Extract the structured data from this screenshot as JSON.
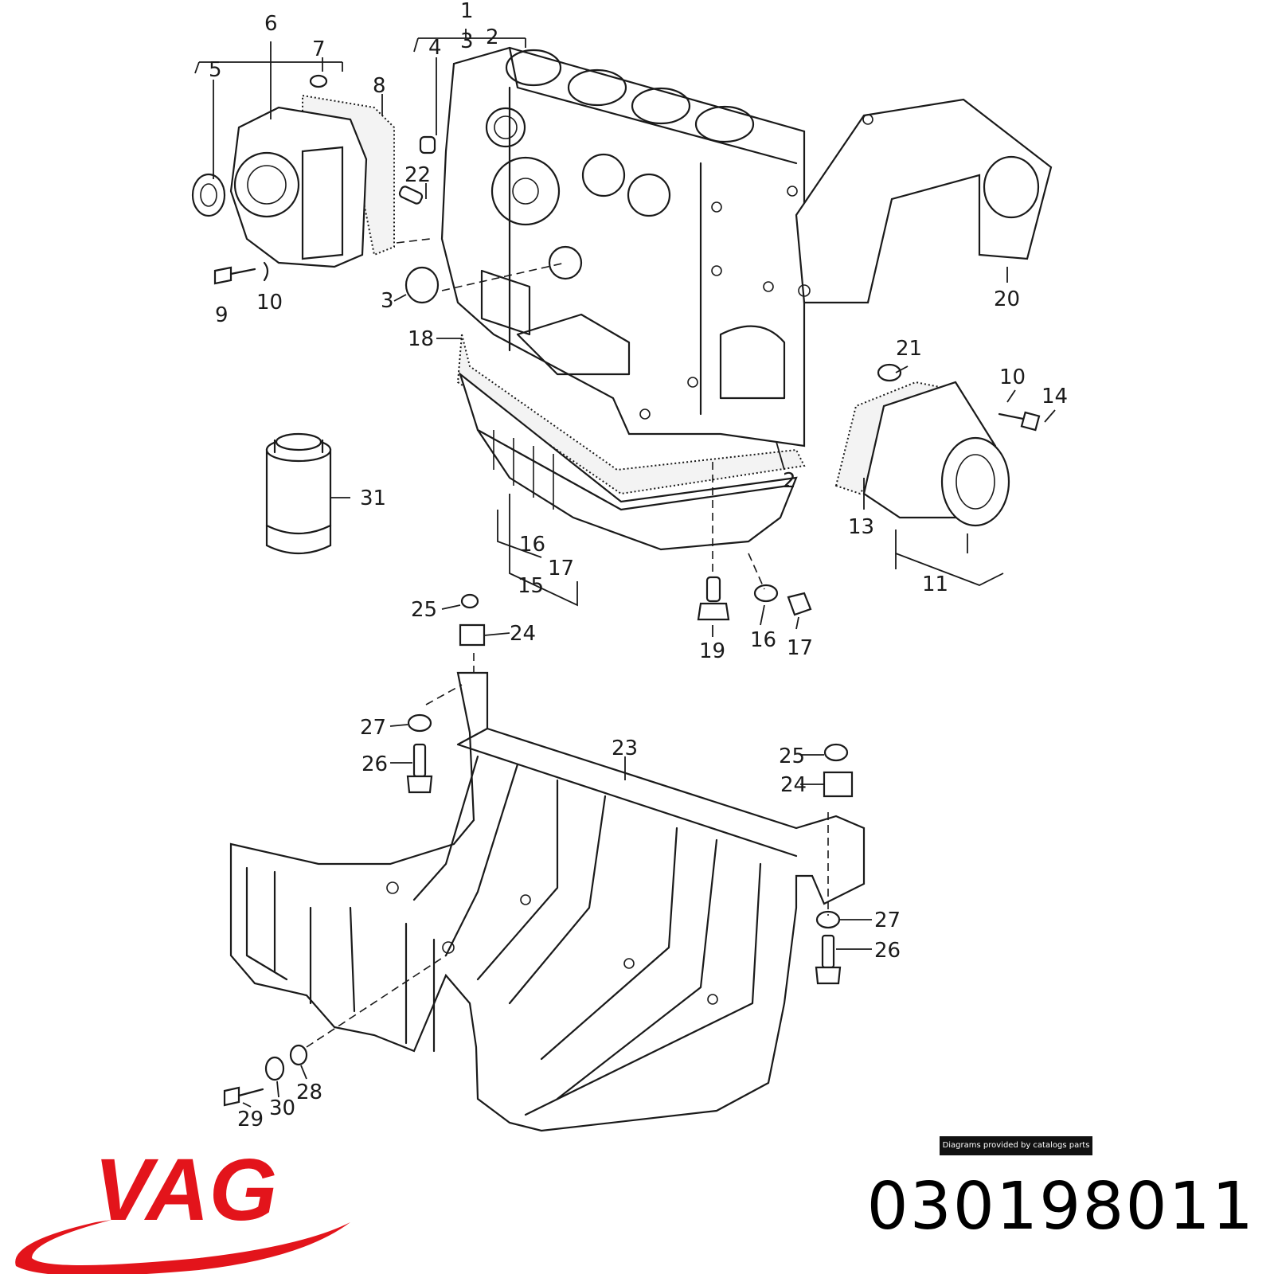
{
  "colors": {
    "line": "#1a1a1a",
    "brand": "#e3141b",
    "badge": "#111111"
  },
  "callouts": {
    "c1": "1",
    "c2": "2",
    "c3": "3",
    "c4": "4",
    "c5": "5",
    "c6": "6",
    "c7": "7",
    "c8": "8",
    "c9": "9",
    "c10": "10",
    "c11": "11",
    "c13": "13",
    "c14": "14",
    "c15": "15",
    "c16": "16",
    "c17": "17",
    "c18": "18",
    "c19": "19",
    "c20": "20",
    "c21": "21",
    "c22": "22",
    "c23": "23",
    "c24": "24",
    "c25": "25",
    "c26": "26",
    "c27": "27",
    "c28": "28",
    "c29": "29",
    "c30": "30",
    "c31": "31"
  },
  "credit": "Diagrams provided by catalogs parts",
  "brand": {
    "name": "VAG"
  },
  "part_number": "030198011"
}
